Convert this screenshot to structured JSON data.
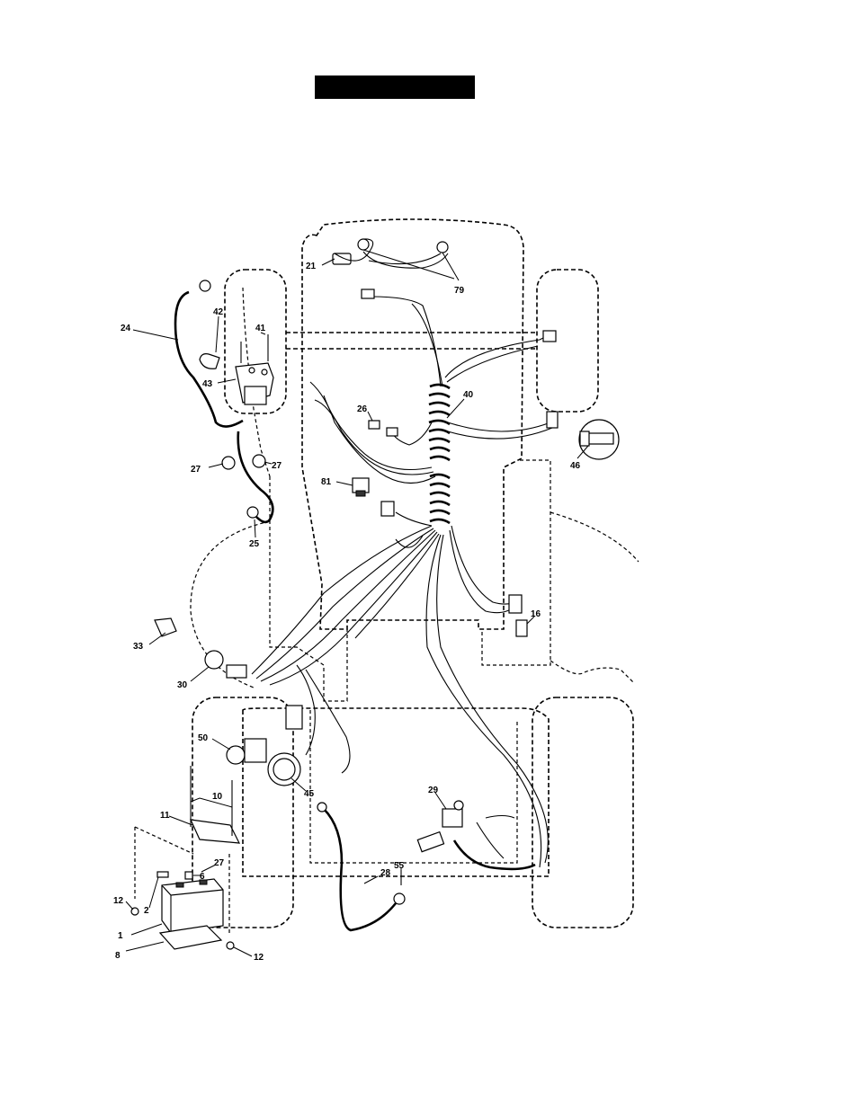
{
  "title_bar": {
    "text": ""
  },
  "callouts": [
    {
      "id": "c21",
      "text": "21"
    },
    {
      "id": "c79",
      "text": "79"
    },
    {
      "id": "c24",
      "text": "24"
    },
    {
      "id": "c42",
      "text": "42"
    },
    {
      "id": "c41",
      "text": "41"
    },
    {
      "id": "c43",
      "text": "43"
    },
    {
      "id": "c40",
      "text": "40"
    },
    {
      "id": "c26",
      "text": "26"
    },
    {
      "id": "c46",
      "text": "46"
    },
    {
      "id": "c27a",
      "text": "27"
    },
    {
      "id": "c27b",
      "text": "27"
    },
    {
      "id": "c81",
      "text": "81"
    },
    {
      "id": "c25",
      "text": "25"
    },
    {
      "id": "c16",
      "text": "16"
    },
    {
      "id": "c33",
      "text": "33"
    },
    {
      "id": "c30",
      "text": "30"
    },
    {
      "id": "c50",
      "text": "50"
    },
    {
      "id": "c45",
      "text": "45"
    },
    {
      "id": "c10",
      "text": "10"
    },
    {
      "id": "c11",
      "text": "11"
    },
    {
      "id": "c29",
      "text": "29"
    },
    {
      "id": "c27c",
      "text": "27"
    },
    {
      "id": "c55",
      "text": "55"
    },
    {
      "id": "c28",
      "text": "28"
    },
    {
      "id": "c6",
      "text": "6"
    },
    {
      "id": "c12a",
      "text": "12"
    },
    {
      "id": "c2",
      "text": "2"
    },
    {
      "id": "c1",
      "text": "1"
    },
    {
      "id": "c8",
      "text": "8"
    },
    {
      "id": "c12b",
      "text": "12"
    }
  ]
}
